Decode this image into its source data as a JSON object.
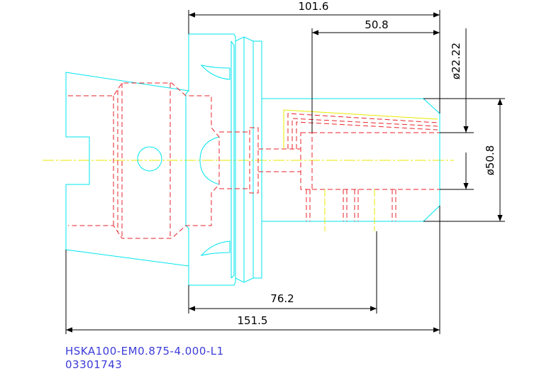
{
  "colors": {
    "outline": "#00e5ee",
    "hidden": "#e8222a",
    "centerline": "#e8e800",
    "dimension": "#000000",
    "title": "#3b3bd9",
    "background": "#ffffff"
  },
  "dimensions": {
    "overall_length": "151.5",
    "gage_to_end": "101.6",
    "bore_depth": "50.8",
    "flange_to_mark": "76.2",
    "bore_diameter": "ø22.22",
    "body_diameter": "ø50.8"
  },
  "title_block": {
    "part_number": "HSKA100-EM0.875-4.000-L1",
    "item_code": "03301743"
  }
}
